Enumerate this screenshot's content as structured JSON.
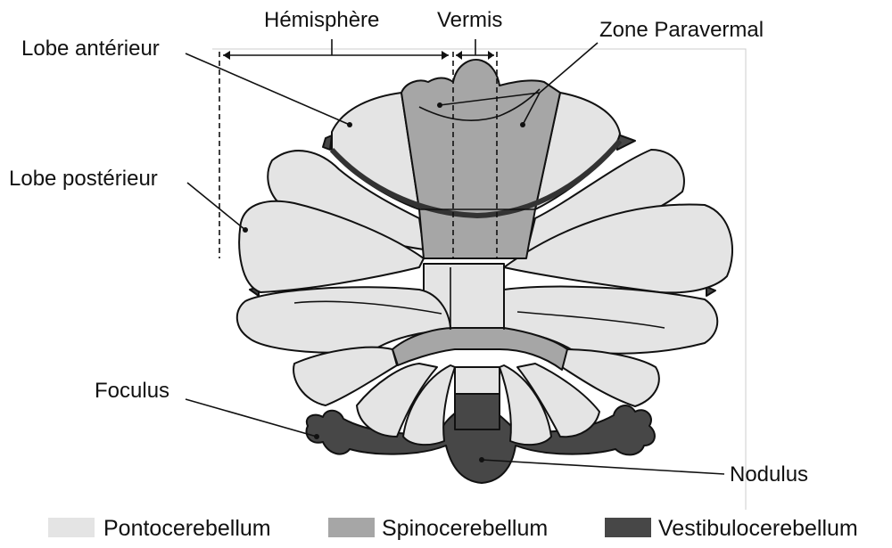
{
  "labels": {
    "hemisphere": "Hémisphère",
    "vermis": "Vermis",
    "paravermal": "Zone Paravermal",
    "anterior_lobe": "Lobe antérieur",
    "posterior_lobe": "Lobe postérieur",
    "flocculus": "Foculus",
    "nodulus": "Nodulus"
  },
  "legend": [
    {
      "label": "Pontocerebellum",
      "color": "#e4e4e4"
    },
    {
      "label": "Spinocerebellum",
      "color": "#a6a6a6"
    },
    {
      "label": "Vestibulocerebellum",
      "color": "#474747"
    }
  ],
  "colors": {
    "pontocerebellum": "#e4e4e4",
    "spinocerebellum": "#a6a6a6",
    "vestibulocerebellum": "#474747",
    "outline": "#111111"
  }
}
